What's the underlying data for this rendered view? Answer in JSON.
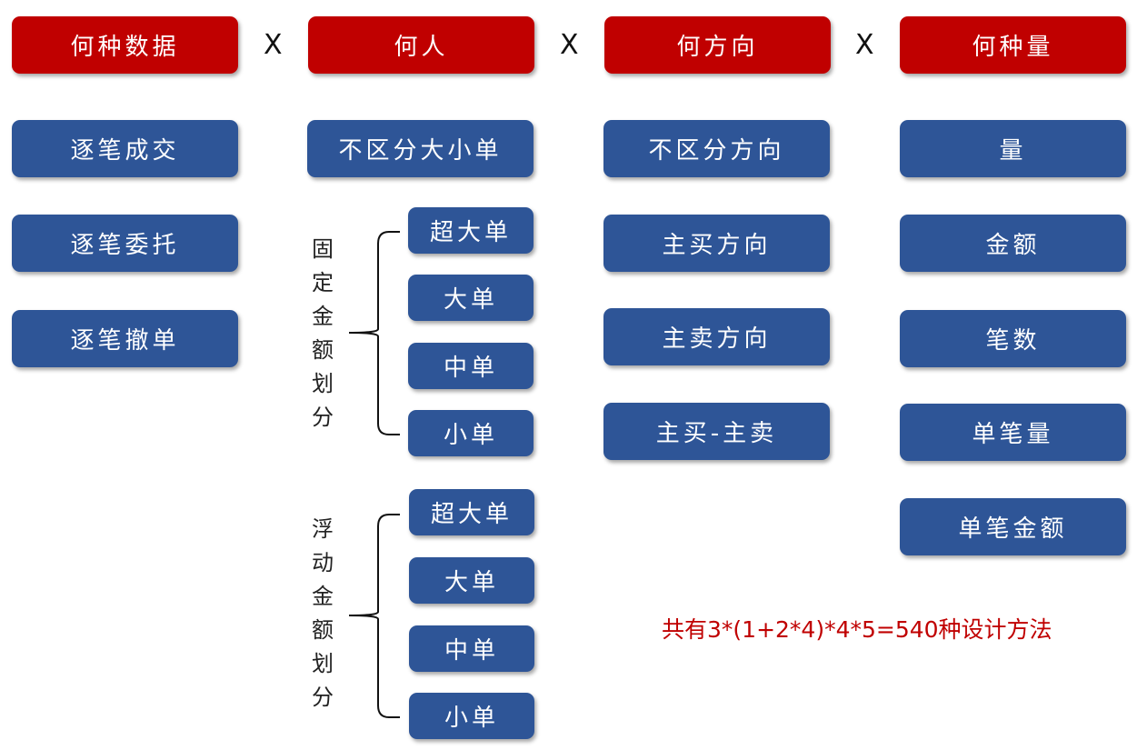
{
  "headers": [
    "何种数据",
    "何人",
    "何方向",
    "何种量"
  ],
  "separator": "X",
  "col1": [
    "逐笔成交",
    "逐笔委托",
    "逐笔撤单"
  ],
  "col2_top": "不区分大小单",
  "fixed_group": {
    "label": [
      "固",
      "定",
      "金",
      "额",
      "划",
      "分"
    ],
    "items": [
      "超大单",
      "大单",
      "中单",
      "小单"
    ]
  },
  "float_group": {
    "label": [
      "浮",
      "动",
      "金",
      "额",
      "划",
      "分"
    ],
    "items": [
      "超大单",
      "大单",
      "中单",
      "小单"
    ]
  },
  "col3": [
    "不区分方向",
    "主买方向",
    "主卖方向",
    "主买-主卖"
  ],
  "col4": [
    "量",
    "金额",
    "笔数",
    "单笔量",
    "单笔金额"
  ],
  "note": "共有3*(1+2*4)*4*5=540种设计方法",
  "colors": {
    "header": "#c00000",
    "box": "#2e5597",
    "note": "#c00000"
  }
}
